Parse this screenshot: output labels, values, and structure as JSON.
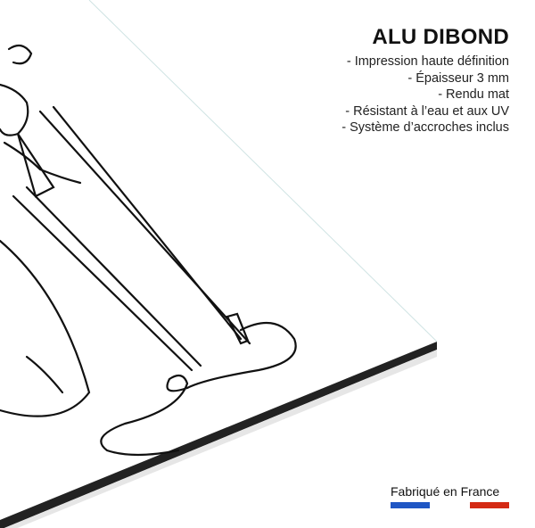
{
  "product": {
    "title": "ALU DIBOND",
    "features": [
      "- Impression haute définition",
      "- Épaisseur 3 mm",
      "- Rendu mat",
      "- Résistant à l’eau et aux UV",
      "- Système d’accroches inclus"
    ]
  },
  "badge": {
    "label": "Fabriqué en France",
    "colors": {
      "blue": "#1f56c4",
      "red": "#d42a14"
    }
  }
}
